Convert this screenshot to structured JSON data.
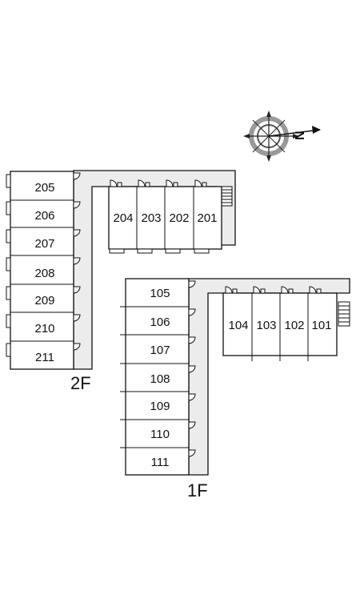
{
  "compass": {
    "north_label": "N",
    "icon": "compass-rose-icon"
  },
  "floor2": {
    "label": "2F",
    "west_units": [
      "205",
      "206",
      "207",
      "208",
      "209",
      "210",
      "211"
    ],
    "north_units": [
      "204",
      "203",
      "202",
      "201"
    ]
  },
  "floor1": {
    "label": "1F",
    "west_units": [
      "105",
      "106",
      "107",
      "108",
      "109",
      "110",
      "111"
    ],
    "north_units": [
      "104",
      "103",
      "102",
      "101"
    ]
  },
  "colors": {
    "corridor": "#ececec",
    "line": "#111111",
    "background": "#ffffff"
  }
}
